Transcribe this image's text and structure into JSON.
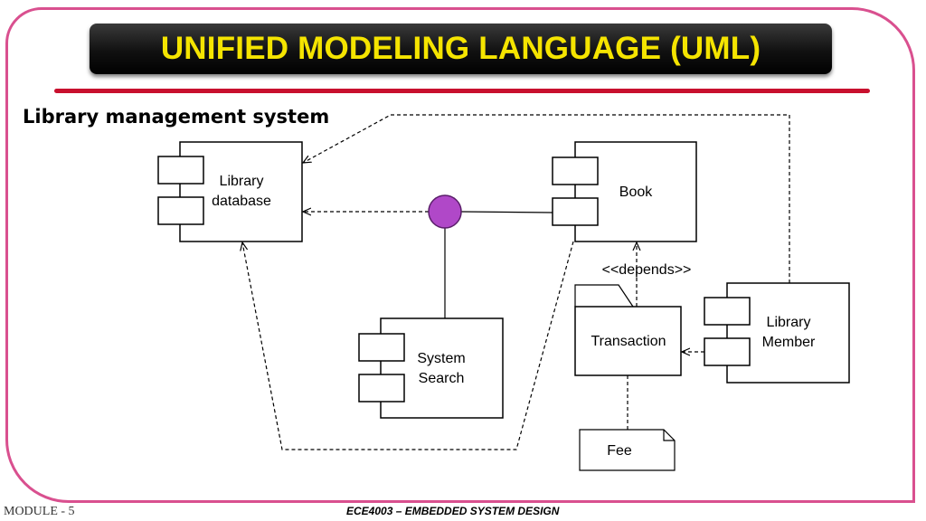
{
  "slide": {
    "title": "UNIFIED MODELING LANGUAGE (UML)",
    "subtitle": "Library management system",
    "footer_left": "MODULE - 5",
    "footer_center": "ECE4003 – EMBEDDED SYSTEM DESIGN"
  },
  "diagram": {
    "components": {
      "library_database": {
        "line1": "Library",
        "line2": "database"
      },
      "book": {
        "label": "Book"
      },
      "system_search": {
        "line1": "System",
        "line2": "Search"
      },
      "transaction": {
        "label": "Transaction"
      },
      "library_member": {
        "line1": "Library",
        "line2": "Member"
      }
    },
    "note_fee": {
      "label": "Fee"
    },
    "stereotype": "<<depends>>",
    "interface_color": "#b048c8"
  },
  "colors": {
    "title_text": "#f5e400",
    "title_bar": "#111111",
    "frame_border": "#d9508f",
    "accent_line": "#c8102e"
  }
}
